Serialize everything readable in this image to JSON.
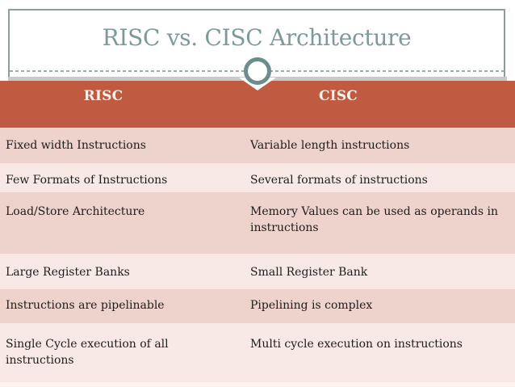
{
  "title": "RISC vs. CISC Architecture",
  "table": {
    "headers": [
      "RISC",
      "CISC"
    ],
    "rows": [
      {
        "risc": "Fixed width Instructions",
        "cisc": "Variable length instructions"
      },
      {
        "risc": "Few Formats of Instructions",
        "cisc": "Several formats of instructions"
      },
      {
        "risc": "Load/Store Architecture",
        "cisc": "Memory Values can be used as operands  in instructions"
      },
      {
        "risc": "Large Register Banks",
        "cisc": "Small Register Bank"
      },
      {
        "risc": "Instructions are pipelinable",
        "cisc": "Pipelining is complex"
      },
      {
        "risc": "Single Cycle execution of all instructions",
        "cisc": "Multi cycle execution on instructions"
      }
    ]
  },
  "colors": {
    "header_bg": "#c05a41",
    "header_text": "#faf3e9",
    "row_dark": "#eed2cc",
    "row_light": "#f8e9e6",
    "title_text": "#7d9999",
    "ring_teal": "#6d8d8c",
    "panel_border": "#8d9c9c",
    "divider_gray": "#c9c9c9",
    "body_text": "#1d1d1d"
  }
}
